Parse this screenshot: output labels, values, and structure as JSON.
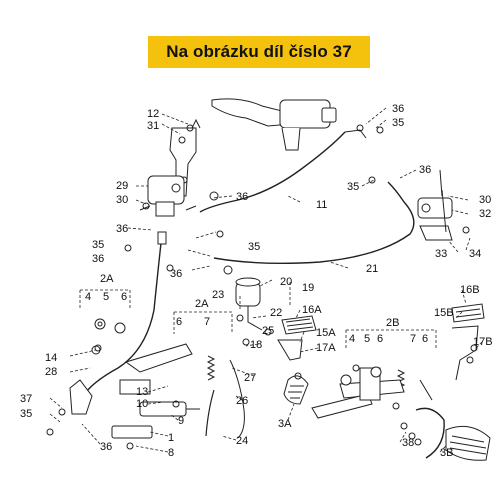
{
  "banner": {
    "text": "Na obrázku díl číslo 37",
    "color": "#f4c20d"
  },
  "diagram": {
    "labels": {
      "l12": "12",
      "l31": "31",
      "l36_top": "36",
      "l35_top": "35",
      "l29": "29",
      "l30_left": "30",
      "l36_a": "36",
      "l11": "11",
      "l36_r": "36",
      "l35_r": "35",
      "l30_r": "30",
      "l32": "32",
      "l33": "33",
      "l34": "34",
      "l36_b": "36",
      "l35_b": "35",
      "l35_mid": "35",
      "l36_c": "36",
      "l21": "21",
      "l20": "20",
      "l23": "23",
      "l19": "19",
      "l2A_left": "2A",
      "l4_a": "4",
      "l5_a": "5",
      "l6_a": "6",
      "l22": "22",
      "l16A": "16A",
      "l2A_mid": "2A",
      "l6_b": "6",
      "l7_a": "7",
      "l25": "25",
      "l15A": "15A",
      "l18": "18",
      "l17A": "17A",
      "l2B": "2B",
      "l4_b": "4",
      "l5_b": "5",
      "l6_c": "6",
      "l7_b": "7",
      "l6_d": "6",
      "l16B": "16B",
      "l15B": "15B",
      "l17B": "17B",
      "l14": "14",
      "l28": "28",
      "l27": "27",
      "l13": "13",
      "l10": "10",
      "l9": "9",
      "l26": "26",
      "l3A": "3A",
      "l37": "37",
      "l35_bl": "35",
      "l1": "1",
      "l24": "24",
      "l36_bot": "36",
      "l8": "8",
      "l38": "38",
      "l3B": "3B"
    }
  }
}
